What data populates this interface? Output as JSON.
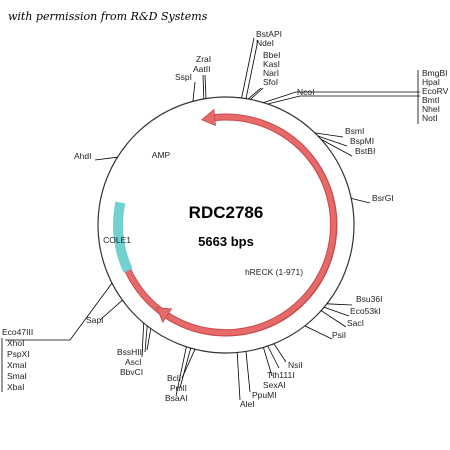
{
  "credit": "with permission from R&D Systems",
  "plasmid": {
    "name": "RDC2786",
    "size_label": "5663 bps"
  },
  "features": [
    {
      "label": "AMP",
      "type": "arrow",
      "color": "#e76a6a",
      "start": 280,
      "end": 347,
      "clockwise": false
    },
    {
      "label": "hRECK (1-971)",
      "type": "arrow",
      "color": "#e76a6a",
      "start": 28,
      "end": 220,
      "clockwise": true
    },
    {
      "label": "COLE1",
      "type": "band",
      "color": "#71d1d1",
      "start": 245,
      "end": 282
    }
  ],
  "site_groups": [
    {
      "labels": [
        "BstAPI",
        "NdeI"
      ]
    },
    {
      "labels": [
        "BbeI",
        "KasI",
        "NarI",
        "SfoI"
      ]
    },
    {
      "labels": [
        "ZraI",
        "AatII"
      ]
    },
    {
      "labels": [
        "SspI"
      ]
    },
    {
      "labels": [
        "NcoI"
      ]
    },
    {
      "labels": [
        "BmgBI",
        "HpaI",
        "EcoRV",
        "BmtI",
        "NheI",
        "NotI"
      ]
    },
    {
      "labels": [
        "AhdI"
      ]
    },
    {
      "labels": [
        "BsmI",
        "BspMI",
        "BstBI"
      ]
    },
    {
      "labels": [
        "BsrGI"
      ]
    },
    {
      "labels": [
        "Bsu36I",
        "Eco53kI",
        "SacI"
      ]
    },
    {
      "labels": [
        "PsiI"
      ]
    },
    {
      "labels": [
        "NsiI",
        "Tth111I",
        "SexAI"
      ]
    },
    {
      "labels": [
        "PpuMI"
      ]
    },
    {
      "labels": [
        "AleI"
      ]
    },
    {
      "labels": [
        "BclI",
        "PmlI",
        "BsaAI"
      ]
    },
    {
      "labels": [
        "BssHII",
        "AscI",
        "BbvCI"
      ]
    },
    {
      "labels": [
        "SapI"
      ]
    },
    {
      "labels": [
        "Eco47III",
        "XhoI",
        "PspXI",
        "XmaI",
        "SmaI",
        "XbaI"
      ]
    }
  ]
}
